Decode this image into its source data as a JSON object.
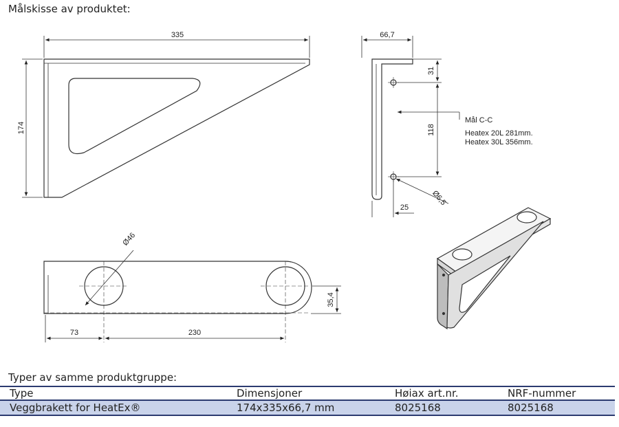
{
  "heading": "Målskisse av produktet:",
  "drawing": {
    "side_view": {
      "width": "335",
      "height": "174"
    },
    "front_view": {
      "flange": "66,7",
      "top_offset": "31",
      "hole_spacing": "118",
      "hole_inset": "25",
      "hole_diameter": "Ø6,5"
    },
    "callout": {
      "line1": "Mål C-C",
      "line2": "Heatex 20L 281mm.",
      "line3": "Heatex 30L 356mm."
    },
    "top_view": {
      "hole_diameter": "Ø46",
      "first_hole": "73",
      "hole_spacing": "230",
      "depth": "35,4"
    }
  },
  "product_group": {
    "title": "Typer av samme produktgruppe:",
    "columns": [
      "Type",
      "Dimensjoner",
      "Høiax art.nr.",
      "NRF-nummer"
    ],
    "rows": [
      [
        "Veggbrakett for HeatEx®",
        "174x335x66,7 mm",
        "8025168",
        "8025168"
      ]
    ]
  }
}
